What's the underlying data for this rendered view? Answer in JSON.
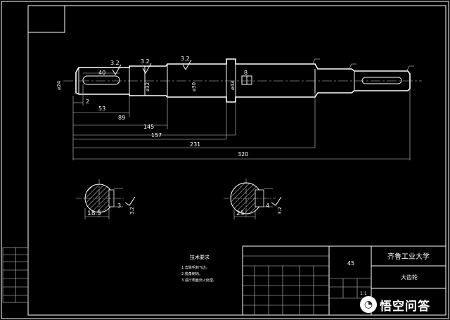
{
  "drawing": {
    "dims": {
      "d40": "40",
      "d2": "2",
      "d53": "53",
      "d89": "89",
      "d145": "145",
      "d157": "157",
      "d231": "231",
      "d320": "320",
      "d8": "8"
    },
    "roughness": [
      "3.2",
      "3.2",
      "3.2"
    ],
    "diameters": [
      "⌀24",
      "⌀32",
      "⌀30",
      "⌀43"
    ],
    "sections": {
      "left": {
        "dim": "18.5",
        "depth": "3",
        "rough": "3.2"
      },
      "right": {
        "dim": "25",
        "depth": "4",
        "rough": "3.2"
      }
    }
  },
  "tech_requirements": {
    "title": "技术要求",
    "items": [
      "1.去除毛刺飞边。",
      "2.锐角倒钝。",
      "3.进行表面淬火处理。"
    ]
  },
  "title_block": {
    "school": "齐鲁工业大学",
    "part_name": "大齿轮",
    "material": "45",
    "scale": "1:1"
  },
  "watermark": {
    "icon": "wukong-logo-icon",
    "text": "悟空问答"
  }
}
